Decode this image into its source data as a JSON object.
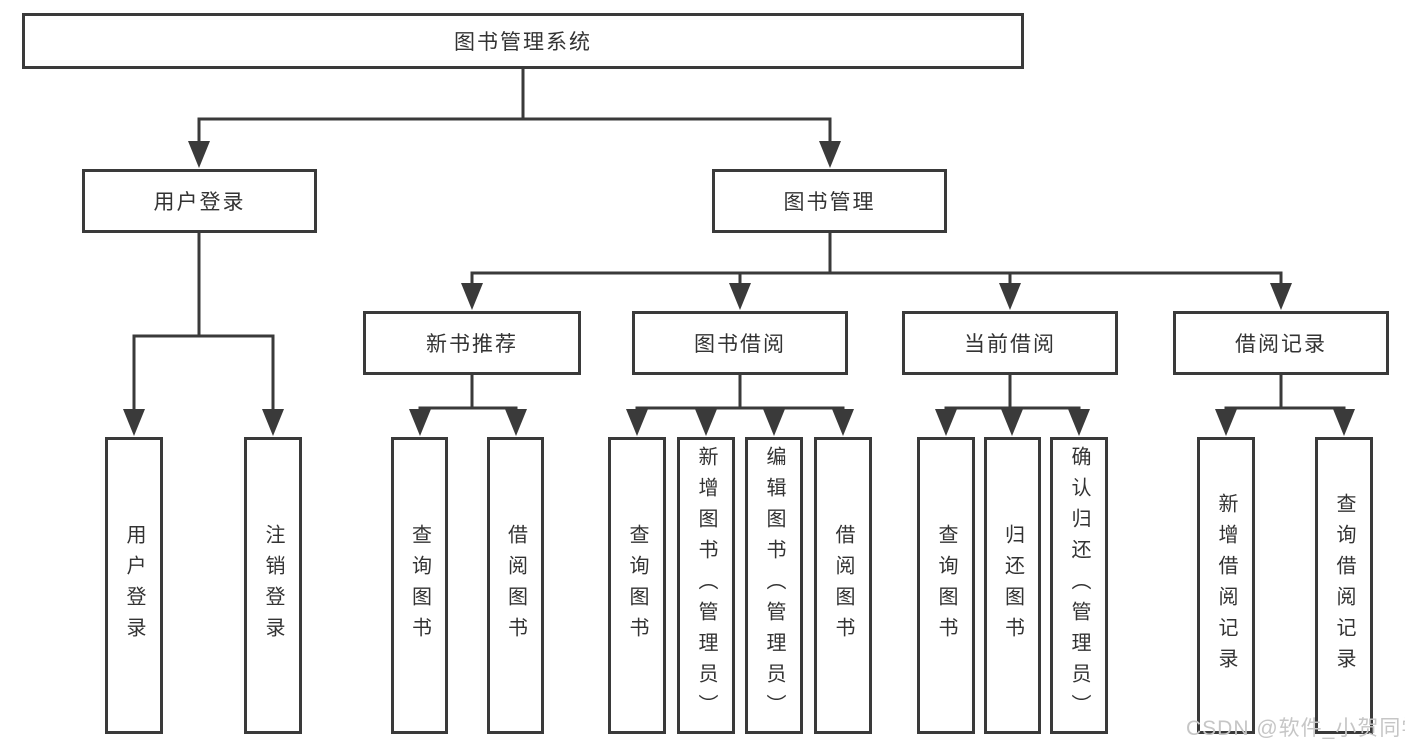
{
  "tree": {
    "root": {
      "label": "图书管理系统",
      "children": [
        {
          "label": "用户登录",
          "children": [
            {
              "label": "用户登录"
            },
            {
              "label": "注销登录"
            }
          ]
        },
        {
          "label": "图书管理",
          "children": [
            {
              "label": "新书推荐",
              "children": [
                {
                  "label": "查询图书"
                },
                {
                  "label": "借阅图书"
                }
              ]
            },
            {
              "label": "图书借阅",
              "children": [
                {
                  "label": "查询图书"
                },
                {
                  "label": "新增图书（管理员）"
                },
                {
                  "label": "编辑图书（管理员）"
                },
                {
                  "label": "借阅图书"
                }
              ]
            },
            {
              "label": "当前借阅",
              "children": [
                {
                  "label": "查询图书"
                },
                {
                  "label": "归还图书"
                },
                {
                  "label": "确认归还（管理员）"
                }
              ]
            },
            {
              "label": "借阅记录",
              "children": [
                {
                  "label": "新增借阅记录"
                },
                {
                  "label": "查询借阅记录"
                }
              ]
            }
          ]
        }
      ]
    }
  },
  "watermark": "CSDN @软件_小贺同学",
  "colors": {
    "line": "#3a3a3a",
    "text": "#333333",
    "background": "#ffffff",
    "watermark": "#c6c6c6"
  }
}
